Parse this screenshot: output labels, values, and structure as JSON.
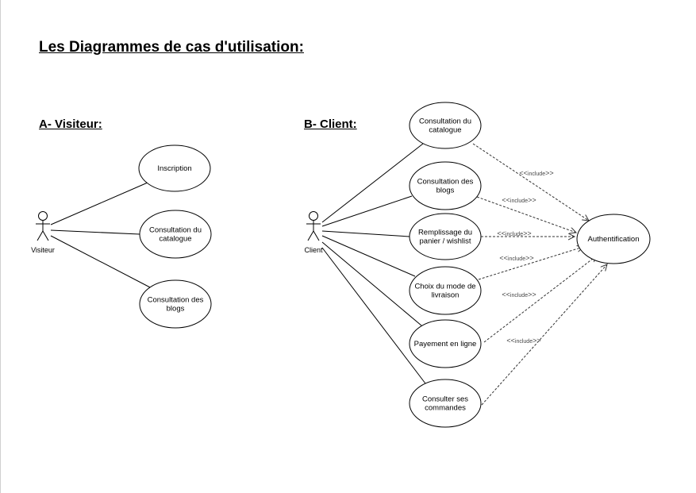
{
  "page": {
    "title": "Les Diagrammes de cas d'utilisation:"
  },
  "sections": {
    "visiteur": {
      "heading": "A- Visiteur:",
      "actor": "Visiteur",
      "use_cases": [
        [
          "Inscription"
        ],
        [
          "Consultation du",
          "catalogue"
        ],
        [
          "Consultation des",
          "blogs"
        ]
      ]
    },
    "client": {
      "heading": "B- Client:",
      "actor": "Client",
      "use_cases": [
        [
          "Consultation du",
          "catalogue"
        ],
        [
          "Consultation des",
          "blogs"
        ],
        [
          "Remplissage du",
          "panier / wishlist"
        ],
        [
          "Choix du mode de",
          "livraison"
        ],
        [
          "Payement en ligne"
        ],
        [
          "Consulter ses",
          "commandes"
        ]
      ],
      "auth_use_case": "Authentification",
      "include_label_open": "<<",
      "include_label_word": "include",
      "include_label_close": ">>"
    }
  },
  "colors": {
    "stroke": "#000000",
    "dashed": "#333333",
    "text": "#000000"
  }
}
